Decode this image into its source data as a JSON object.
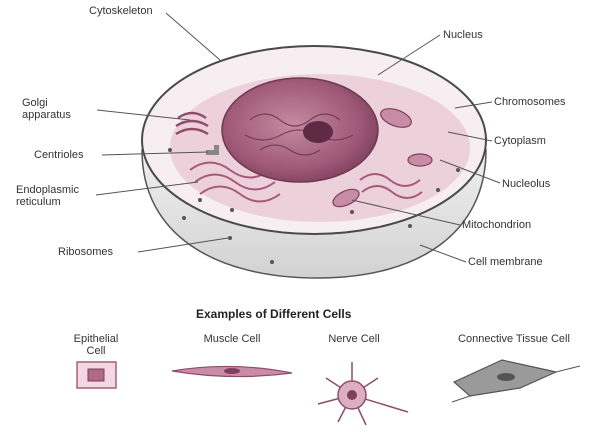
{
  "diagram": {
    "labels": {
      "cytoskeleton": "Cytoskeleton",
      "nucleus": "Nucleus",
      "golgi": "Golgi apparatus",
      "chromosomes": "Chromosomes",
      "centrioles": "Centrioles",
      "cytoplasm": "Cytoplasm",
      "er": "Endoplasmic reticulum",
      "nucleolus": "Nucleolus",
      "mitochondrion": "Mitochondrion",
      "ribosomes": "Ribosomes",
      "membrane": "Cell membrane"
    },
    "examples": {
      "heading": "Examples of Different Cells",
      "epithelial": "Epithelial Cell",
      "muscle": "Muscle Cell",
      "nerve": "Nerve Cell",
      "connective": "Connective Tissue Cell"
    }
  },
  "colors": {
    "nucleus": "#b06a86",
    "nucleus_dark": "#8e4e6a",
    "cytoplasm": "#dcaebe",
    "cell_body": "#e9e9e9",
    "membrane": "#5a5a5a",
    "leader": "#555555"
  }
}
